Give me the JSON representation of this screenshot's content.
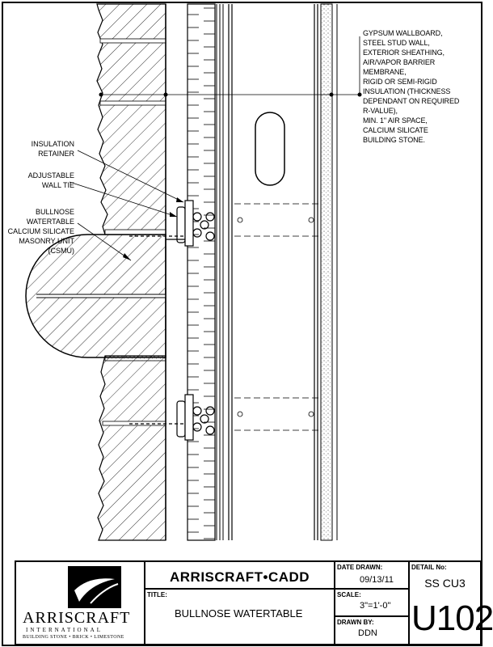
{
  "notes": {
    "right_note": [
      "GYPSUM WALLBOARD,",
      "STEEL STUD WALL,",
      "EXTERIOR SHEATHING,",
      "AIR/VAPOR BARRIER",
      "MEMBRANE,",
      "RIGID OR SEMI-RIGID",
      "INSULATION (THICKNESS",
      "DEPENDANT ON REQUIRED",
      "R-VALUE),",
      "MIN. 1\" AIR SPACE,",
      "CALCIUM SILICATE",
      "BUILDING STONE."
    ],
    "insulation_retainer": [
      "INSULATION",
      "RETAINER"
    ],
    "adjustable_wall_tie": [
      "ADJUSTABLE",
      "WALL TIE"
    ],
    "bullnose_unit": [
      "BULLNOSE WATERTABLE",
      "CALCIUM SILICATE",
      "MASONRY UNIT (CSMU)"
    ]
  },
  "title_block": {
    "logo_name": "ARRISCRAFT",
    "logo_sub": "INTERNATIONAL",
    "logo_tagline": "BUILDING STONE • BRICK • LIMESTONE",
    "company": "ARRISCRAFT•CADD",
    "title_label": "TITLE:",
    "title": "BULLNOSE WATERTABLE",
    "date_label": "DATE DRAWN:",
    "date": "09/13/11",
    "scale_label": "SCALE:",
    "scale": "3\"=1'-0\"",
    "drawn_label": "DRAWN BY:",
    "drawn": "DDN",
    "detail_label": "DETAIL No:",
    "detail_code": "SS CU3",
    "detail_number": "U102"
  }
}
